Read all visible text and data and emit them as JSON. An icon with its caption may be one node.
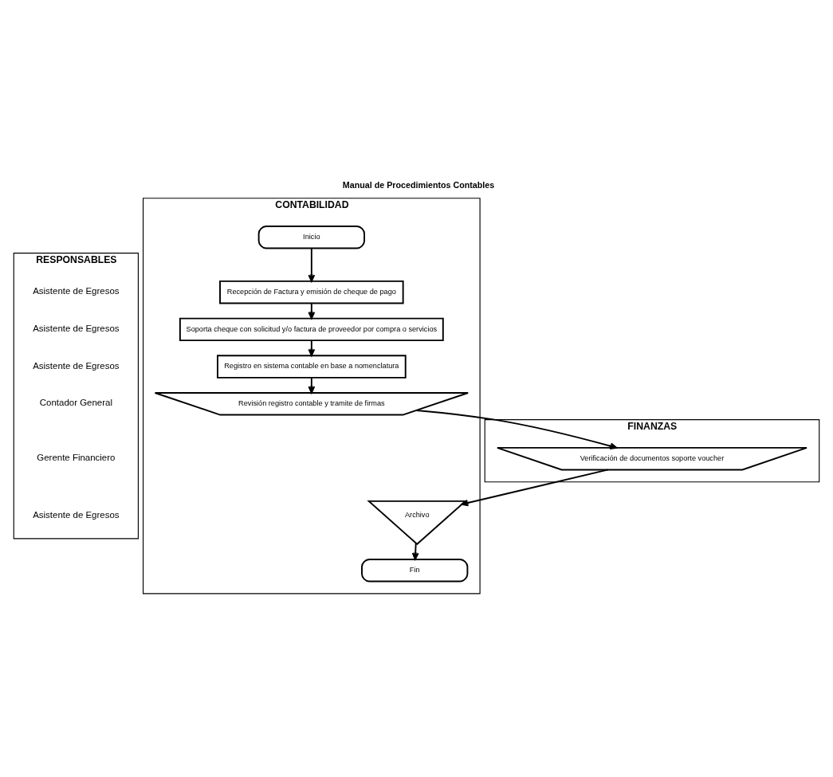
{
  "diagram": {
    "title": "Manual de Procedimientos Contables",
    "nodes": [
      {
        "text": [
          "RESPONSABLES"
        ]
      },
      {
        "text": [
          "FINANZAS"
        ]
      },
      {
        "text": [
          "CONTABILIDAD"
        ]
      },
      {
        "text": [
          "Inicio"
        ],
        "in": 2
      },
      {
        "text": [
          "Recepción de Factura y emisión de cheque de pago"
        ],
        "in": 2
      },
      {
        "text": [
          "Soporta cheque con solicitud y/o factura de proveedor por compra o servicios"
        ],
        "in": 2
      },
      {
        "text": [
          "Registro en sistema contable en base a nomenclatura"
        ],
        "in": 2
      },
      {
        "text": [
          "Revisión registro contable y tramite de firmas"
        ],
        "in": 2
      },
      {
        "text": [
          "Verificación de documentos soporte voucher"
        ],
        "in": 1
      },
      {
        "text": [
          "Archivo"
        ],
        "in": 2
      },
      {
        "text": [
          "Fin"
        ],
        "in": 2
      }
    ],
    "edges": [
      {
        "from": 3,
        "to": 4,
        "arrow": "to"
      },
      {
        "from": 4,
        "to": 5,
        "arrow": "to"
      },
      {
        "from": 5,
        "to": 6,
        "arrow": "to"
      },
      {
        "from": 6,
        "to": 7,
        "arrow": "to"
      },
      {
        "from": 7,
        "to": 8,
        "arrow": "to"
      },
      {
        "from": 8,
        "to": 9,
        "arrow": "to"
      },
      {
        "from": 9,
        "to": 10,
        "arrow": "to"
      }
    ],
    "labels": [
      "Asistente de Egresos",
      "Asistente de Egresos",
      "Asistente de Egresos",
      "Contador General",
      "Gerente Financiero",
      "Asistente de Egresos"
    ]
  }
}
